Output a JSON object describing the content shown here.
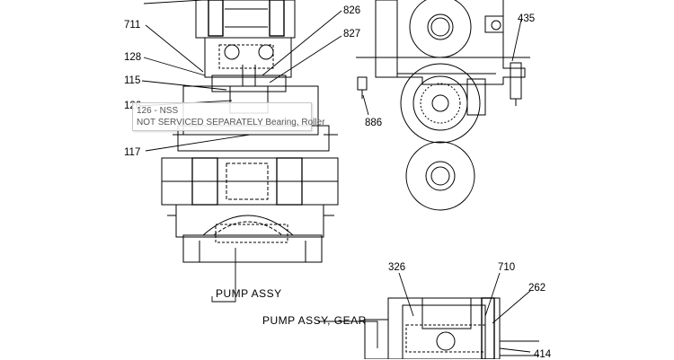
{
  "callouts": {
    "c711": "711",
    "c128": "128",
    "c115": "115",
    "c126": "126",
    "c117": "117",
    "c826": "826",
    "c827": "827",
    "c435": "435",
    "c886": "886",
    "c326": "326",
    "c710": "710",
    "c262": "262",
    "c414": "414"
  },
  "captions": {
    "pump_assy": "PUMP ASSY",
    "pump_assy_gear": "PUMP ASSY, GEAR"
  },
  "tooltip": {
    "title": "126 - NSS",
    "description": "NOT SERVICED SEPARATELY Bearing, Roller"
  }
}
